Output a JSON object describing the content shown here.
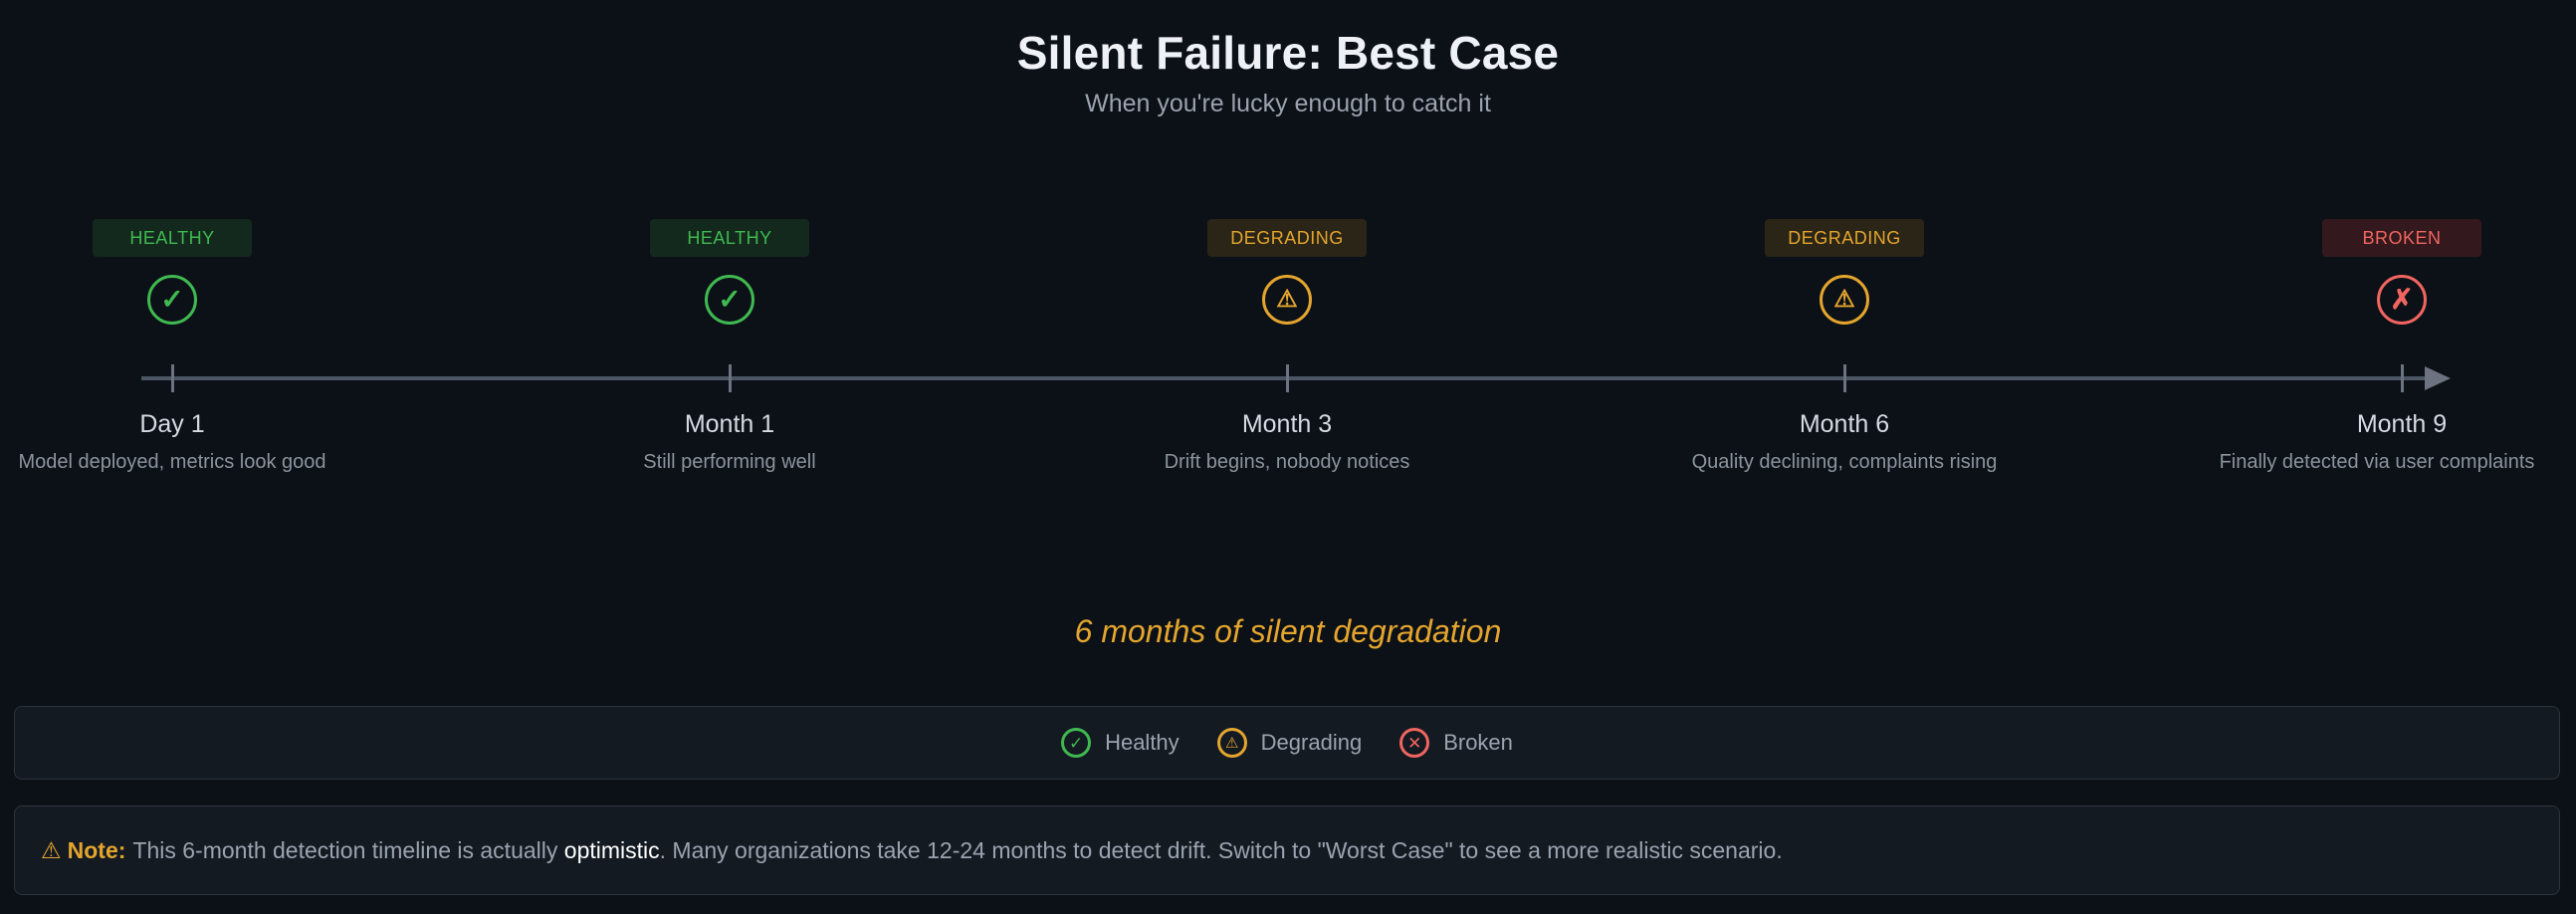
{
  "title": "Silent Failure: Best Case",
  "subtitle": "When you're lucky enough to catch it",
  "milestones": [
    {
      "status": "HEALTHY",
      "symbol": "✓",
      "label": "Day 1",
      "description": "Model deployed, metrics look good"
    },
    {
      "status": "HEALTHY",
      "symbol": "✓",
      "label": "Month 1",
      "description": "Still performing well"
    },
    {
      "status": "DEGRADING",
      "symbol": "⚠",
      "label": "Month 3",
      "description": "Drift begins, nobody notices"
    },
    {
      "status": "DEGRADING",
      "symbol": "⚠",
      "label": "Month 6",
      "description": "Quality declining, complaints rising"
    },
    {
      "status": "BROKEN",
      "symbol": "✗",
      "label": "Month 9",
      "description": "Finally detected via user complaints"
    }
  ],
  "callout": "6 months of silent degradation",
  "legend": [
    {
      "symbol": "✓",
      "label": "Healthy"
    },
    {
      "symbol": "⚠",
      "label": "Degrading"
    },
    {
      "symbol": "✕",
      "label": "Broken"
    }
  ],
  "note": {
    "icon": "⚠",
    "label": "Note:",
    "text_before": "This 6-month detection timeline is actually",
    "emphasis": "optimistic",
    "text_after": ". Many organizations take 12-24 months to detect drift. Switch to \"Worst Case\" to see a more realistic scenario."
  },
  "colors": {
    "background": "#0c1017",
    "healthy": "#3fb950",
    "degrading": "#e3a52d",
    "broken": "#f06560",
    "axis": "#4b5563"
  },
  "icons": {
    "healthy": "check-circle-icon",
    "degrading": "warning-circle-icon",
    "broken": "x-circle-icon",
    "axis_end": "arrow-right-icon"
  }
}
